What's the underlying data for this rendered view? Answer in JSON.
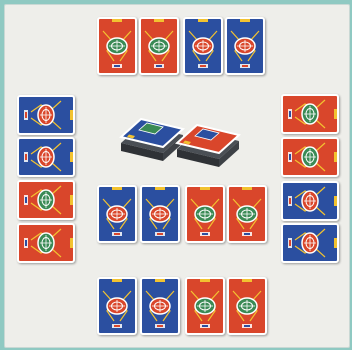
{
  "board": {
    "background_color": "#8fc9c2",
    "table_color": "#eeeeea"
  },
  "decks": [
    {
      "name": "blue-draw-deck",
      "back_color": "#2b4fa0"
    },
    {
      "name": "red-draw-deck",
      "back_color": "#d9462b"
    }
  ],
  "hands": {
    "top": [
      "red",
      "red",
      "blue",
      "blue"
    ],
    "left": [
      "blue",
      "blue",
      "red",
      "red"
    ],
    "right": [
      "red",
      "red",
      "blue",
      "blue"
    ],
    "bottom": [
      "blue",
      "blue",
      "red",
      "red"
    ]
  },
  "center_row": [
    "blue",
    "blue",
    "red",
    "red"
  ],
  "card_colors": {
    "blue": "#2b4fa0",
    "red": "#d9462b",
    "emblem_green": "#3a8a55",
    "tab_yellow": "#f2c230"
  }
}
